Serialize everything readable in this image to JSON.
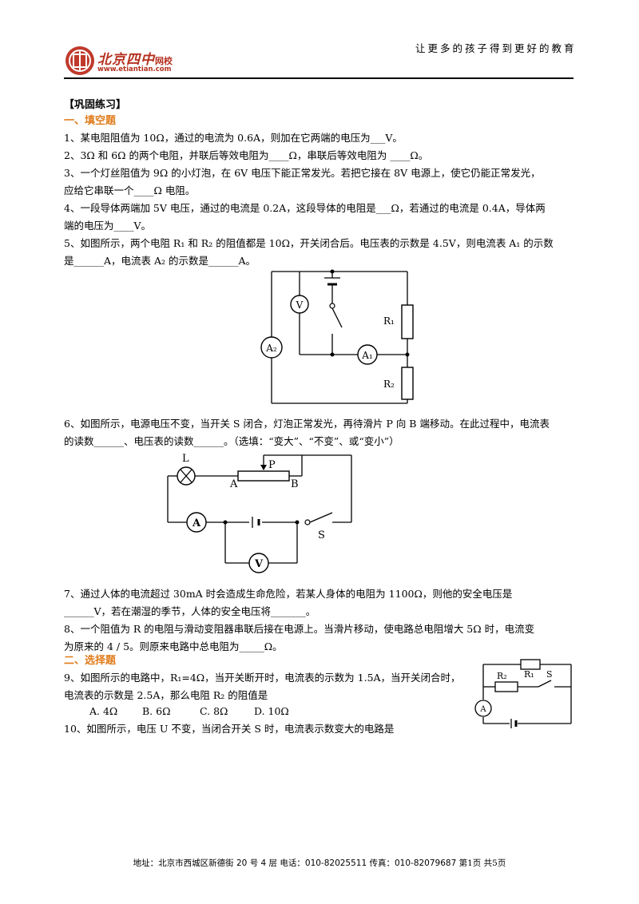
{
  "header": {
    "slogan": "让更多的孩子得到更好的教育",
    "logo_name": "北京四中",
    "logo_suffix": "网校",
    "logo_url": "www.etiantian.com"
  },
  "practice_title": "【巩固练习】",
  "sections": {
    "fill": "一、填空题",
    "choice": "二、选择题"
  },
  "q1": "1、某电阻阻值为 10Ω，通过的电流为 0.6A，则加在它两端的电压为___V。",
  "q2": "2、3Ω 和 6Ω 的两个电阻，并联后等效电阻为____Ω，串联后等效电阻为 ____Ω。",
  "q3a": "3、一个灯丝阻值为 9Ω 的小灯泡，在 6V 电压下能正常发光。若把它接在 8V 电源上，使它仍能正常发光，",
  "q3b": "应给它串联一个____Ω 电阻。",
  "q4a": "4、一段导体两端加 5V 电压，通过的电流是 0.2A，这段导体的电阻是___Ω，若通过的电流是 0.4A，导体两",
  "q4b": "端的电压为____V。",
  "q5a": "5、如图所示，两个电阻 R₁ 和 R₂ 的阻值都是 10Ω，开关闭合后。电压表的示数是 4.5V，则电流表 A₁ 的示数",
  "q5b": "是______A，电流表 A₂ 的示数是______A。",
  "q6a": "6、如图所示，电源电压不变，当开关 S 闭合，灯泡正常发光，再待滑片 P 向 B 端移动。在此过程中，电流表",
  "q6b": "的读数______、电压表的读数______。（选填：“变大”、“不变”、或“变小”）",
  "q7a": "7、通过人体的电流超过 30mA 时会造成生命危险，若某人身体的电阻为 1100Ω，则他的安全电压是",
  "q7b": "______V，若在潮湿的季节，人体的安全电压将_______。",
  "q8a": "8、一个阻值为 R 的电阻与滑动变阻器串联后接在电源上。当滑片移动，使电路总电阻增大 5Ω 时，电流变",
  "q8b": "为原来的 4 / 5。则原来电路中总电阻为_____Ω。",
  "q9a": "9、如图所示的电路中，R₁=4Ω，当开关断开时，电流表的示数为 1.5A，当开关闭合时，",
  "q9b": "电流表的示数是 2.5A，那么电阻 R₂ 的阻值是",
  "q9_options": [
    "A. 4Ω",
    "B. 6Ω",
    "C. 8Ω",
    "D. 10Ω"
  ],
  "q10": "10、如图所示，电压 U 不变，当闭合开关 S 时，电流表示数变大的电路是",
  "fig5_labels": {
    "v": "V",
    "a1": "A₁",
    "a2": "A₂",
    "r1": "R₁",
    "r2": "R₂"
  },
  "fig6_labels": {
    "l": "L",
    "p": "P",
    "a_end": "A",
    "b_end": "B",
    "ammeter": "A",
    "voltmeter": "V",
    "switch": "S"
  },
  "fig9_labels": {
    "r1": "R₁",
    "r2": "R₂",
    "s": "S",
    "ammeter": "A"
  },
  "footer": {
    "address": "地址：北京市西城区新德街 20 号 4 层  电话：010-82025511  传真：010-82079687",
    "page": "第1页  共5页"
  }
}
